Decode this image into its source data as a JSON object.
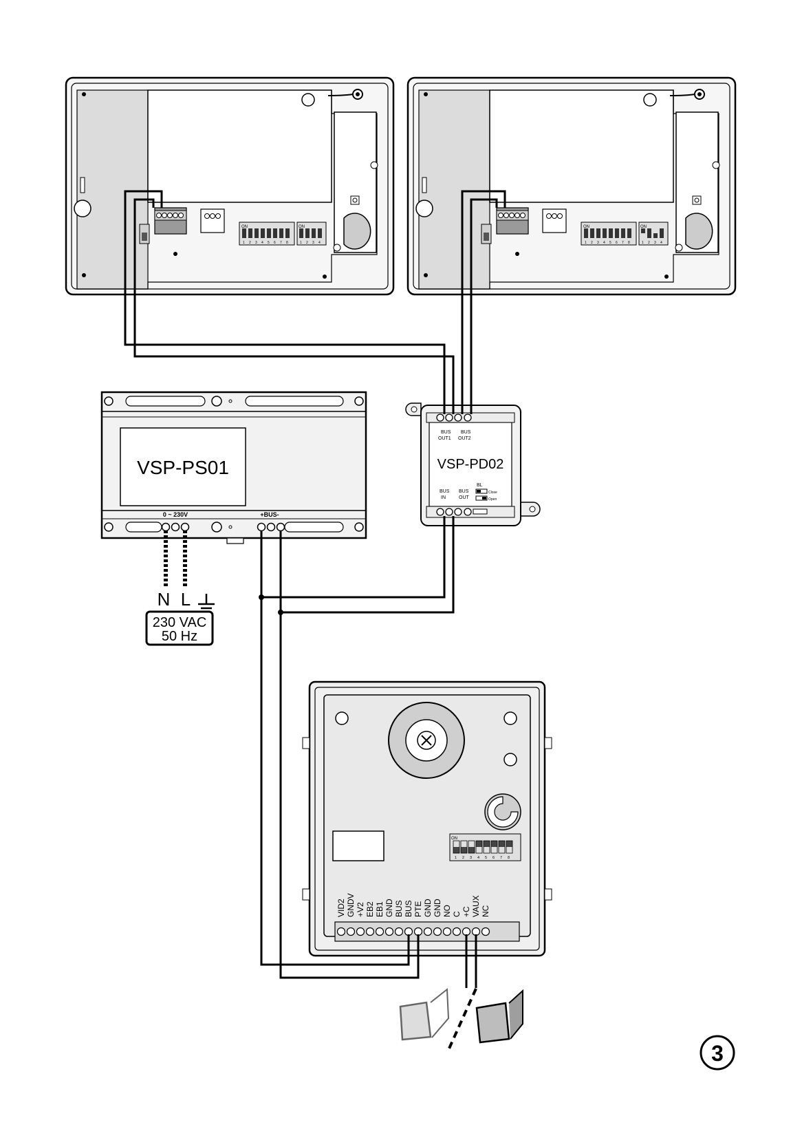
{
  "power_supply": {
    "model": "VSP-PS01",
    "input_label": "0 ~ 230V",
    "output_label": "+BUS-"
  },
  "distributor": {
    "model": "VSP-PD02",
    "out1_label_1": "BUS",
    "out1_label_2": "OUT1",
    "out2_label_1": "BUS",
    "out2_label_2": "OUT2",
    "in_label_1": "BUS",
    "in_label_2": "IN",
    "out_label_1": "BUS",
    "out_label_2": "OUT",
    "switch_title": "BL",
    "switch_close": "Close",
    "switch_open": "Open"
  },
  "mains": {
    "n_label": "N",
    "l_label": "L",
    "voltage": "230 VAC",
    "frequency": "50 Hz"
  },
  "monitor": {
    "dip_on_label": "ON",
    "dip8_numbers": [
      "1",
      "2",
      "3",
      "4",
      "5",
      "6",
      "7",
      "8"
    ],
    "dip4_numbers": [
      "1",
      "2",
      "3",
      "4"
    ]
  },
  "door_station": {
    "dip_on_label": "ON",
    "dip_numbers": [
      "1",
      "2",
      "3",
      "4",
      "5",
      "6",
      "7",
      "8"
    ],
    "terminals": [
      "VID2",
      "GNDV",
      "+V2",
      "EB2",
      "EB1",
      "GND",
      "BUS",
      "BUS",
      "PTE",
      "GND",
      "GND",
      "NO",
      "C",
      "+C",
      "VAUX",
      "NC"
    ]
  },
  "figure_number": "3"
}
